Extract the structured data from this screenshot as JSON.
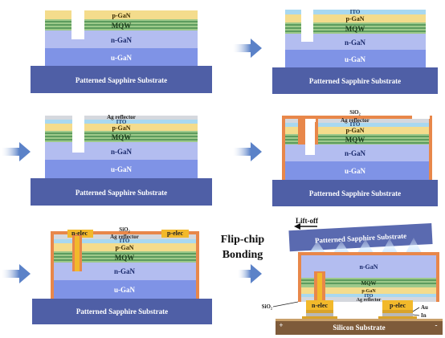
{
  "layers": {
    "substrate": "Patterned Sapphire Substrate",
    "u_gan": "u-GaN",
    "n_gan": "n-GaN",
    "mqw": "MQW",
    "p_gan": "p-GaN",
    "ito": "ITO",
    "ag": "Ag reflector",
    "sio2": "SiO₂",
    "n_elec": "n-elec",
    "p_elec": "p-elec",
    "silicon": "Silicon Substrate",
    "au": "Au",
    "in": "In"
  },
  "process": {
    "flip_chip_line1": "Flip-chip",
    "flip_chip_line2": "Bonding",
    "lift_off": "Lift-off",
    "plus": "+",
    "minus": "-"
  },
  "colors": {
    "substrate": "#4f5fa6",
    "substrate_dark": "#3d4b8c",
    "u_gan": "#7f93e6",
    "n_gan": "#b3bdf0",
    "mqw_dark": "#5d9c5e",
    "mqw_light": "#9dc98a",
    "p_gan": "#f4dc8c",
    "ito": "#a8d8f0",
    "ag": "#d5d8de",
    "passivation": "#e8874a",
    "elec": "#f2b92b",
    "silicon": "#7e5b3a",
    "arrow": "#5b82c8"
  }
}
